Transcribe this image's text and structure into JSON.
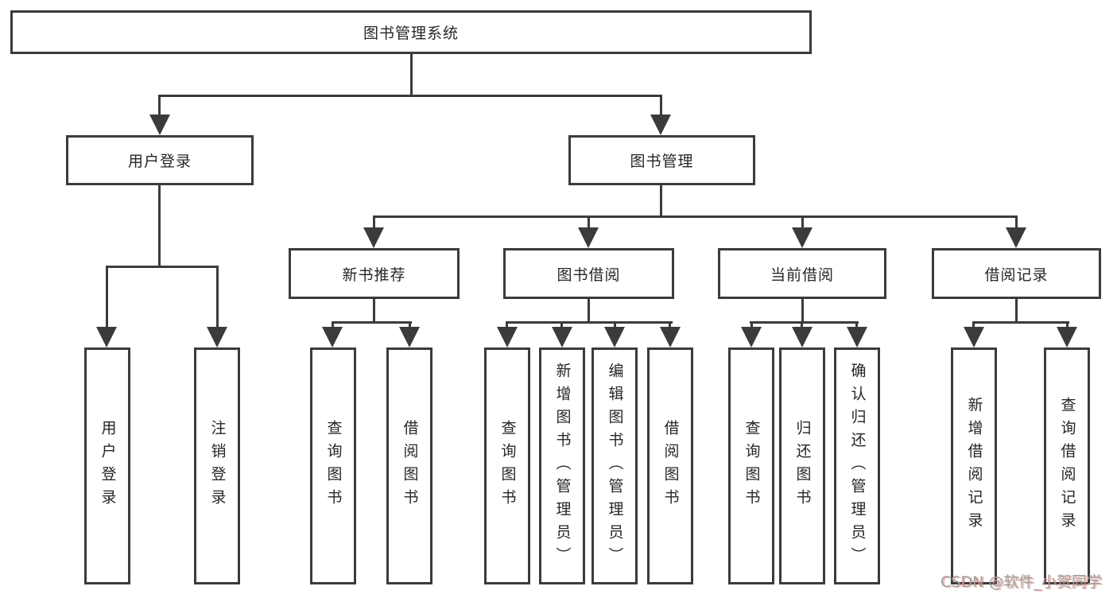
{
  "diagram": {
    "title": "图书管理系统",
    "branches": [
      {
        "label": "用户登录",
        "children": [
          "用户登录",
          "注销登录"
        ]
      },
      {
        "label": "图书管理",
        "sections": [
          {
            "label": "新书推荐",
            "children": [
              "查询图书",
              "借阅图书"
            ]
          },
          {
            "label": "图书借阅",
            "children": [
              "查询图书",
              "新增图书（管理员）",
              "编辑图书（管理员）",
              "借阅图书"
            ]
          },
          {
            "label": "当前借阅",
            "children": [
              "查询图书",
              "归还图书",
              "确认归还（管理员）"
            ]
          },
          {
            "label": "借阅记录",
            "children": [
              "新增借阅记录",
              "查询借阅记录"
            ]
          }
        ]
      }
    ]
  },
  "watermark": {
    "text": "CSDN @软件_小贺同学"
  },
  "colors": {
    "line": "#3b3b3b",
    "text": "#262626",
    "wm": "#9f9f9f"
  }
}
